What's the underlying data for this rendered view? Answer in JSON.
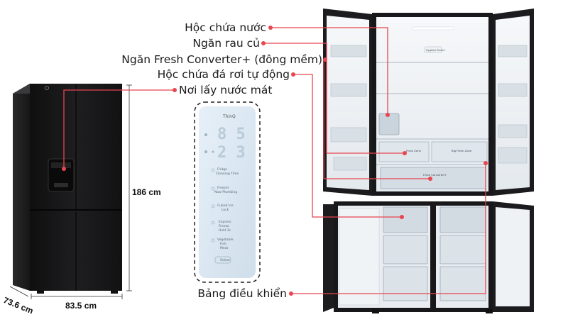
{
  "labels": {
    "water_tank": "Hộc chứa nước",
    "vegetable_drawer": "Ngăn rau củ",
    "fresh_converter": "Ngăn Fresh Converter+ (đông mềm)",
    "ice_bin": "Hộc chứa đá rơi tự động",
    "water_dispenser": "Nơi lấy nước mát",
    "control_panel": "Bảng điều khiển"
  },
  "dimensions": {
    "height": "186 cm",
    "width": "83.5 cm",
    "depth": "73.6 cm"
  },
  "control_panel_text": {
    "brand": "ThinQ",
    "fridge": "Fridge\nCleaning Time",
    "freezer": "Freezer\nNow Plumbing",
    "cubed_ice": "Cubed Ice\nLock",
    "express": "Express\nFreeze\nHold 3s",
    "vegetable": "Vegetable\nFish\nMeat",
    "select": "Select"
  },
  "shelf_labels": {
    "hygiene": "Hygiene Fresh+",
    "fresh_zone": "Fresh Zone",
    "big_fresh_zone": "Big Fresh Zone",
    "fresh_converter": "Fresh Converter+"
  },
  "colors": {
    "accent": "#e8454f",
    "fridge_body": "#1b1b1d",
    "interior": "#eef1f4",
    "panel_bg": "#dbe9f4"
  }
}
